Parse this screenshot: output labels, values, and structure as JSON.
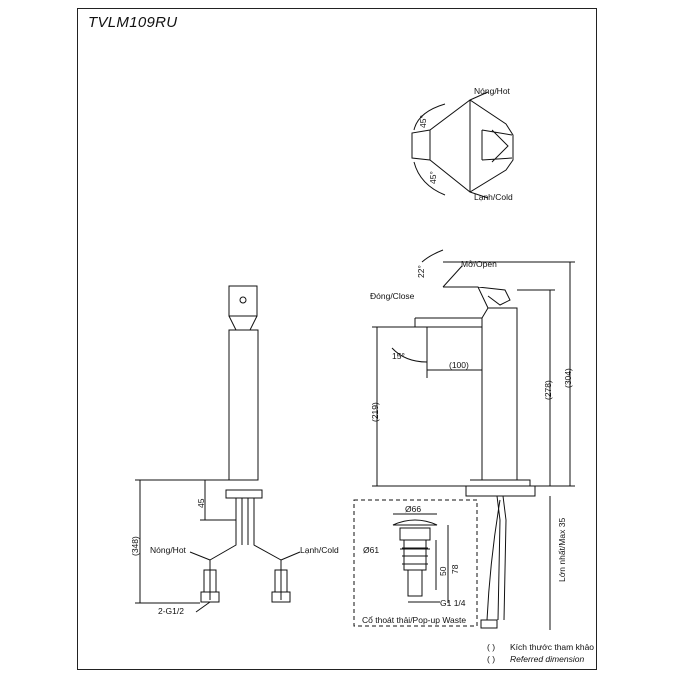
{
  "model": "TVLM109RU",
  "top_view": {
    "hot": "Nóng/Hot",
    "cold": "Lạnh/Cold",
    "angle_hot": "45°",
    "angle_cold": "45°"
  },
  "side_view": {
    "open": "Mở/Open",
    "close": "Đóng/Close",
    "angle_lever": "22°",
    "angle_spout": "15°",
    "spout_reach": "(100)",
    "spout_height": "(219)",
    "total_278": "(278)",
    "total_304": "(304)",
    "max_deck": "Lớn nhất/Max 35"
  },
  "front_view": {
    "dim_45": "45",
    "dim_348": "(348)",
    "hot": "Nóng/Hot",
    "cold": "Lạnh/Cold",
    "thread": "2-G1/2"
  },
  "waste": {
    "d66": "Ø66",
    "d61": "Ø61",
    "h50": "50",
    "h78": "78",
    "thread": "G1 1/4",
    "caption": "Cổ thoát thải/Pop-up Waste"
  },
  "legend": {
    "line1": "Kích thước tham khảo",
    "line2": "Referred dimension",
    "bracket": "(   )"
  }
}
